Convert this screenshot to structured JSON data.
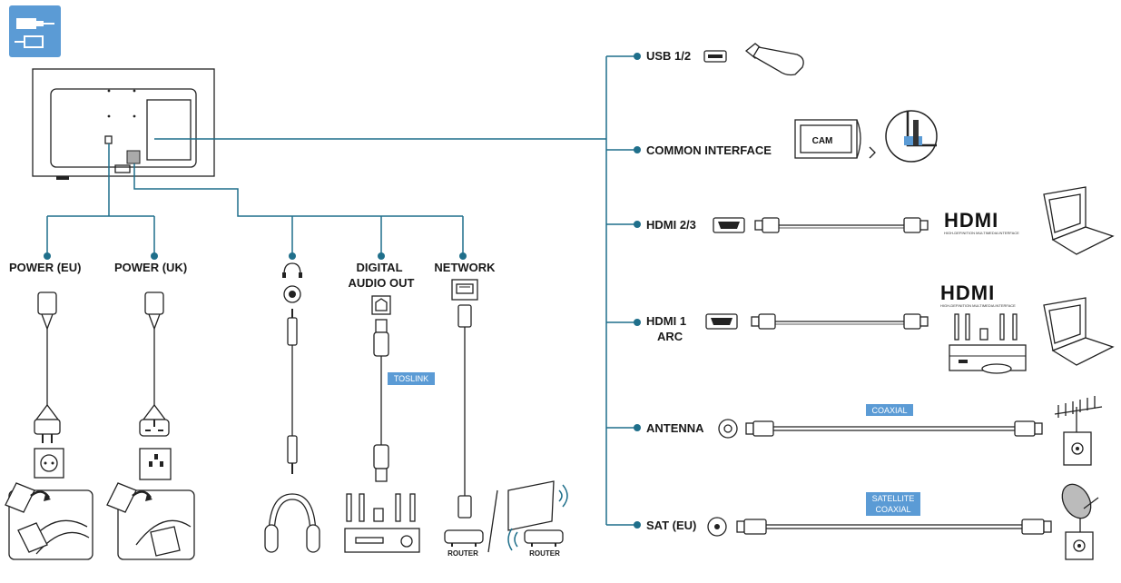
{
  "labels": {
    "power_eu": "POWER (EU)",
    "power_uk": "POWER (UK)",
    "digital_audio_out_line1": "DIGITAL",
    "digital_audio_out_line2": "AUDIO OUT",
    "network": "NETWORK",
    "usb": "USB 1/2",
    "common_interface": "COMMON INTERFACE",
    "hdmi23": "HDMI 2/3",
    "hdmi1_line1": "HDMI 1",
    "hdmi1_line2": "ARC",
    "antenna": "ANTENNA",
    "sat": "SAT (EU)"
  },
  "tags": {
    "toslink": "TOSLINK",
    "coaxial": "COAXIAL",
    "satellite_coaxial_line1": "SATELLITE",
    "satellite_coaxial_line2": "COAXIAL"
  },
  "device_labels": {
    "cam": "CAM",
    "router_wired": "ROUTER",
    "router_wireless": "ROUTER",
    "hdmi_logo": "HDMI",
    "hdmi_logo_sub": "HIGH-DEFINITION MULTIMEDIA INTERFACE"
  },
  "colors": {
    "line": "#1f6f8b",
    "tag_bg": "#5b9bd5",
    "icon_bg": "#5b9bd5",
    "device_stroke": "#222222"
  }
}
